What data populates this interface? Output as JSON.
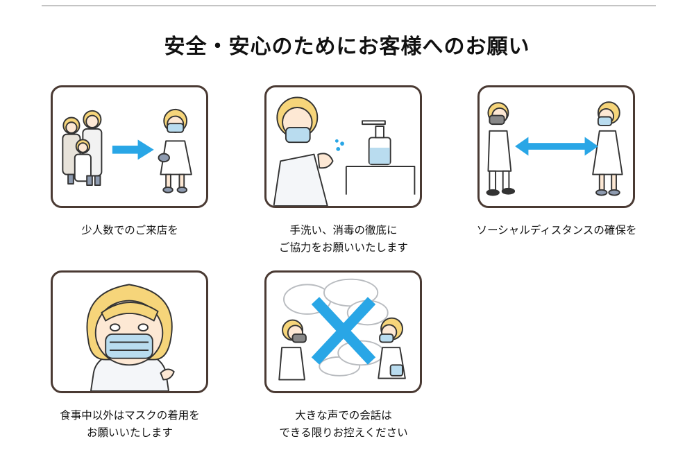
{
  "title": "安全・安心のためにお客様へのお願い",
  "colors": {
    "frame": "#4a3a33",
    "accent_blue": "#29a6e6",
    "mask": "#b9dcef",
    "hair": "#f6d57a"
  },
  "items": [
    {
      "icon": "small-group-icon",
      "lines": [
        "少人数でのご来店を"
      ]
    },
    {
      "icon": "hand-sanitizer-icon",
      "lines": [
        "手洗い、消毒の徹底に",
        "ご協力をお願いいたします"
      ]
    },
    {
      "icon": "social-distance-icon",
      "lines": [
        "ソーシャルディスタンスの確保を"
      ]
    },
    {
      "icon": "face-mask-icon",
      "lines": [
        "食事中以外はマスクの着用を",
        "お願いいたします"
      ]
    },
    {
      "icon": "no-loud-talking-icon",
      "lines": [
        "大きな声での会話は",
        "できる限りお控えください"
      ]
    }
  ]
}
